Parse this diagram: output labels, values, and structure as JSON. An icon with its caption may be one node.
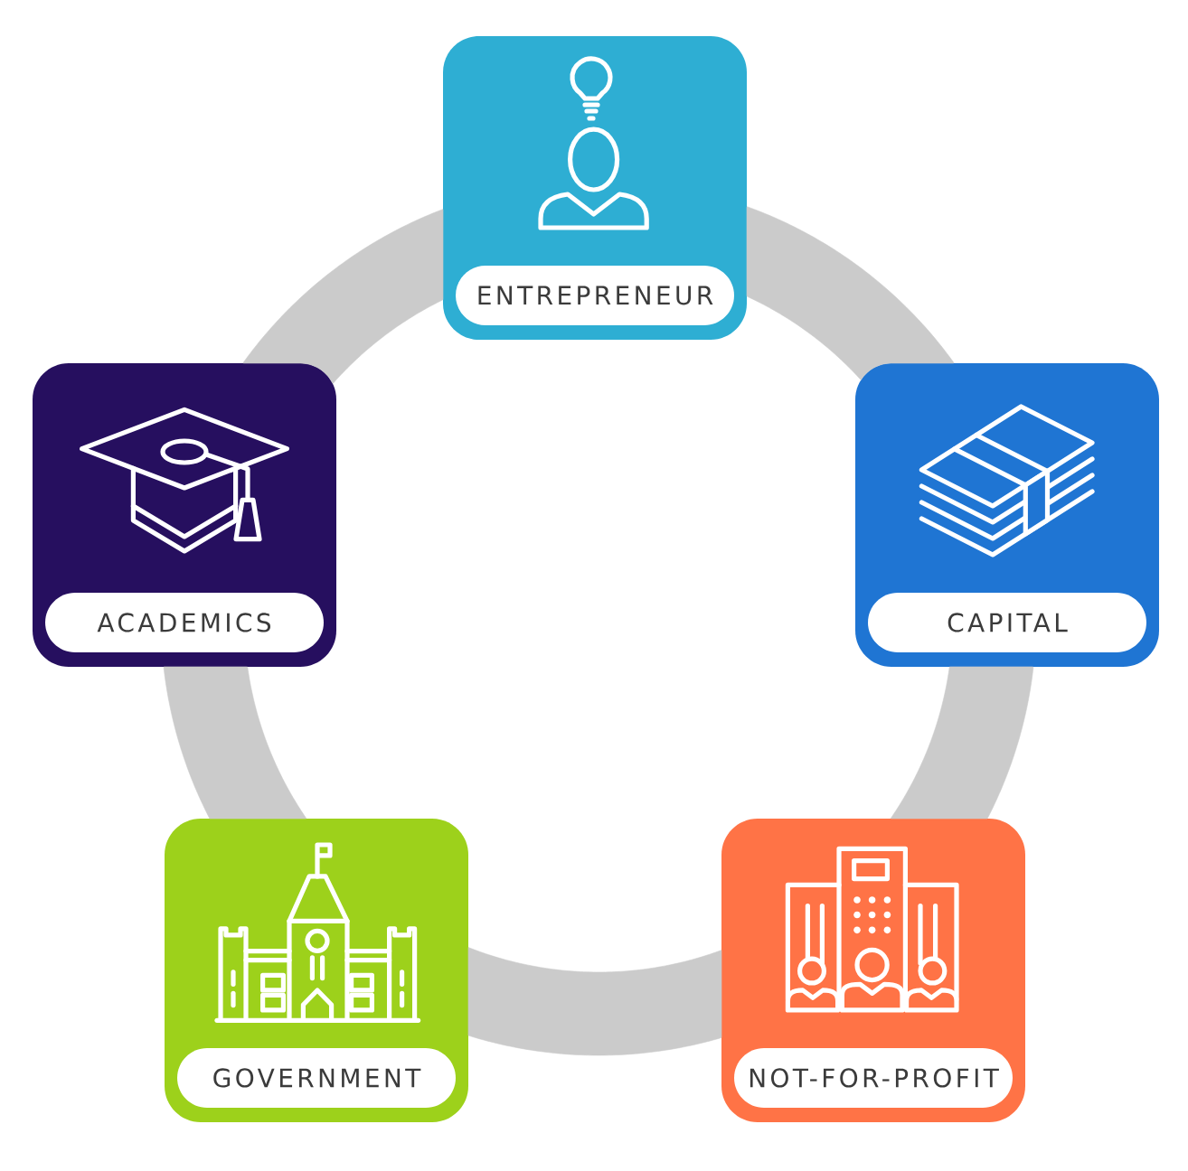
{
  "diagram": {
    "nodes": [
      {
        "text": [
          "ENTREPRENEUR"
        ]
      },
      {
        "text": [
          "ACADEMICS"
        ]
      },
      {
        "text": [
          "CAPITAL"
        ]
      },
      {
        "text": [
          "GOVERNMENT"
        ]
      },
      {
        "text": [
          "NOT-FOR-PROFIT"
        ]
      }
    ],
    "edges": [
      {
        "from": 0,
        "to": 2,
        "arrow": "none"
      },
      {
        "from": 2,
        "to": 4,
        "arrow": "none"
      },
      {
        "from": 4,
        "to": 3,
        "arrow": "none"
      },
      {
        "from": 3,
        "to": 1,
        "arrow": "none"
      },
      {
        "from": 1,
        "to": 0,
        "arrow": "none"
      }
    ]
  }
}
